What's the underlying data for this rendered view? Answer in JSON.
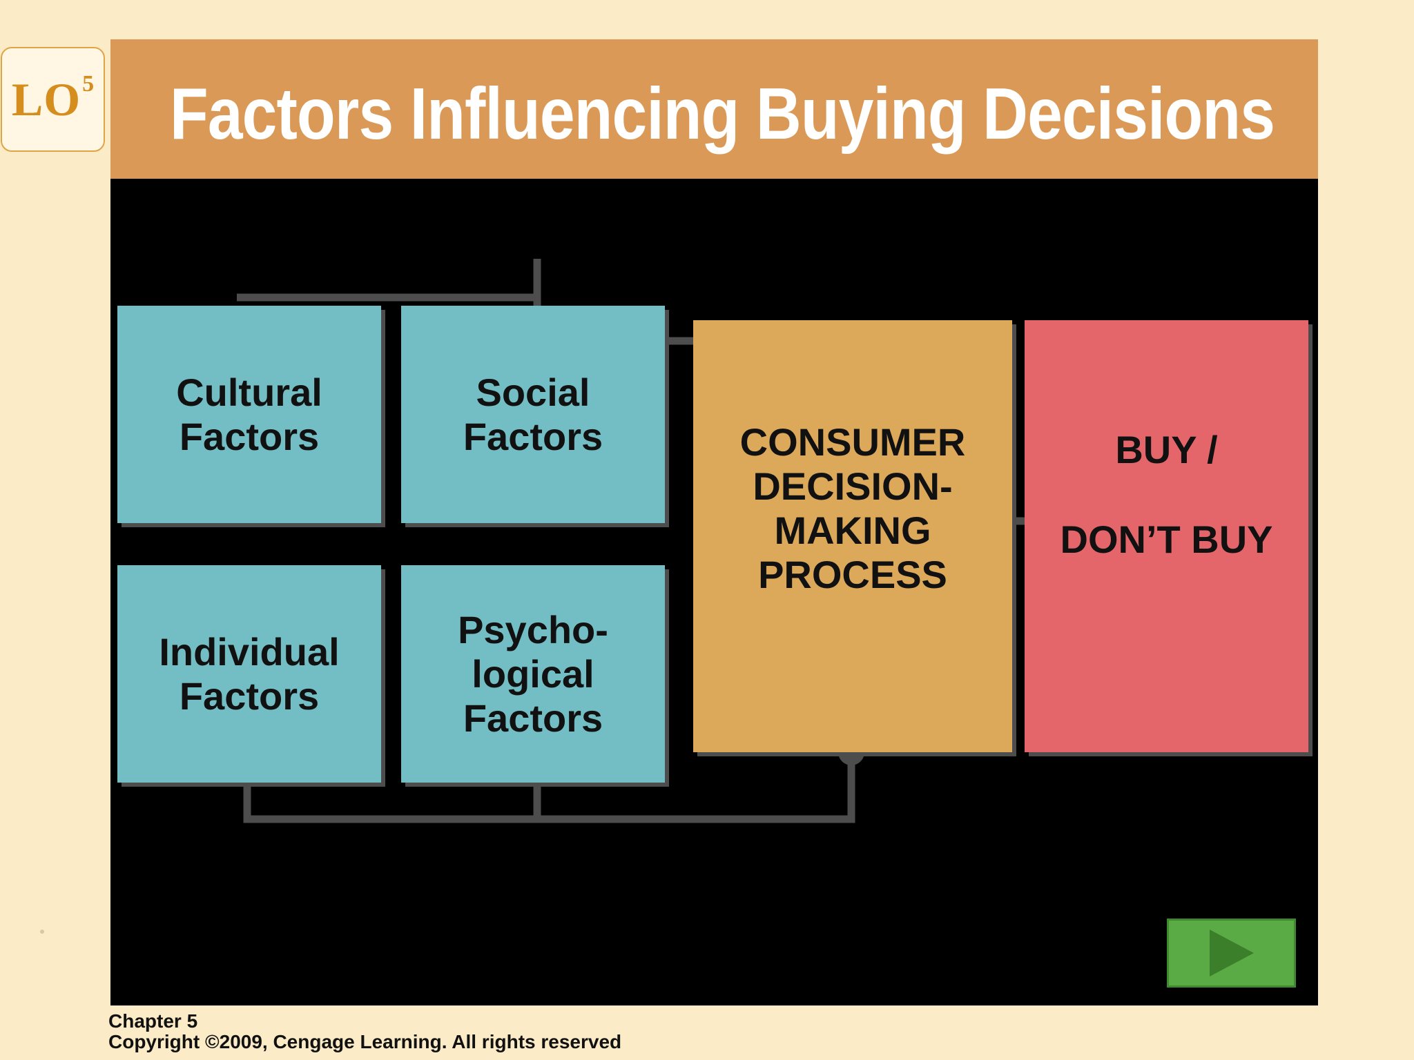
{
  "badge": {
    "text": "LO",
    "number": "5"
  },
  "header": {
    "title": "Factors Influencing Buying Decisions"
  },
  "diagram": {
    "factors": [
      {
        "label": "Cultural\nFactors"
      },
      {
        "label": "Social\nFactors"
      },
      {
        "label": "Individual\nFactors"
      },
      {
        "label": "Psycho-\nlogical\nFactors"
      }
    ],
    "process": {
      "label": "CONSUMER\nDECISION-\nMAKING\nPROCESS"
    },
    "outcome": {
      "line1": "BUY /",
      "line2": "DON’T BUY"
    }
  },
  "controls": {
    "next_icon": "play-icon"
  },
  "footer": {
    "chapter": "Chapter 5",
    "copyright": "Copyright ©2009, Cengage Learning.  All rights reserved"
  },
  "colors": {
    "background": "#fbebc7",
    "header": "#db9957",
    "stage": "#000000",
    "factor_box": "#73bdc4",
    "process_box": "#dca85a",
    "outcome_box": "#e4666a",
    "connector": "#4d4d4d",
    "play_button": "#5aab45"
  }
}
